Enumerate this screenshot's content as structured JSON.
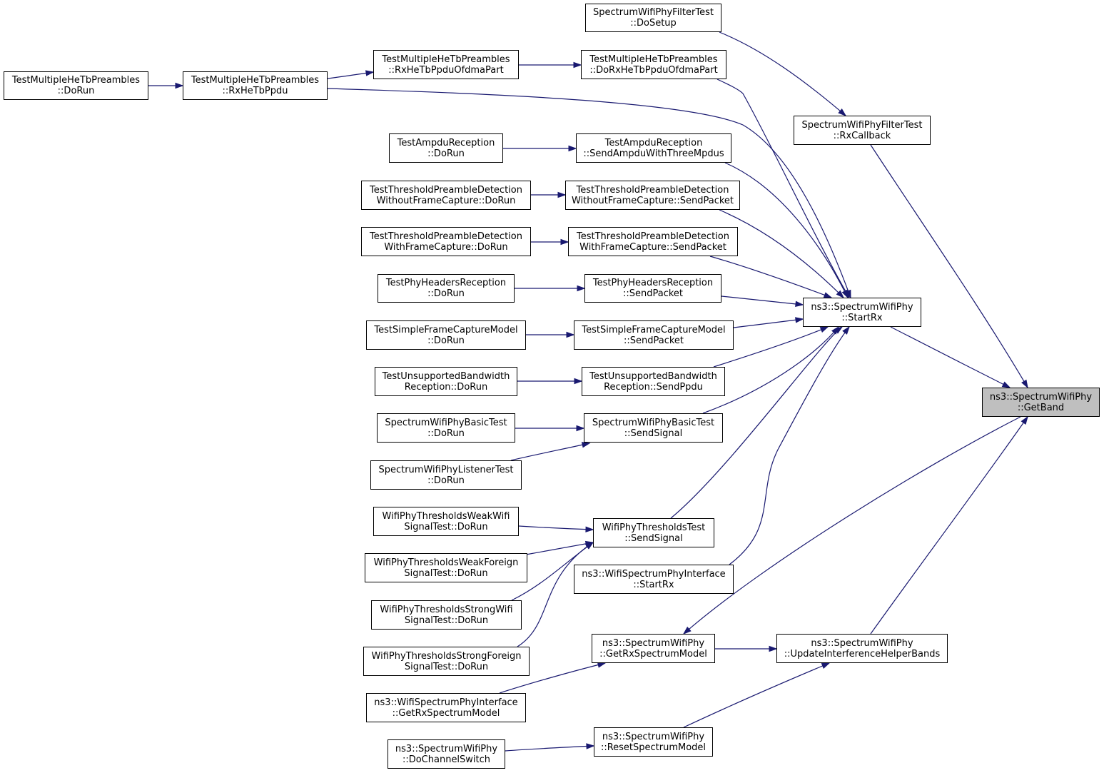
{
  "colors": {
    "edge": "#191970",
    "node_border": "#000000",
    "highlight_fill": "#bfbfbf"
  },
  "nodes": {
    "n1": {
      "line1": "TestMultipleHeTbPreambles",
      "line2": "::DoRun"
    },
    "n2": {
      "line1": "TestMultipleHeTbPreambles",
      "line2": "::RxHeTbPpdu"
    },
    "n3": {
      "line1": "TestMultipleHeTbPreambles",
      "line2": "::RxHeTbPpduOfdmaPart"
    },
    "n4": {
      "line1": "TestMultipleHeTbPreambles",
      "line2": "::DoRxHeTbPpduOfdmaPart"
    },
    "n5": {
      "line1": "SpectrumWifiPhyFilterTest",
      "line2": "::DoSetup"
    },
    "n6": {
      "line1": "SpectrumWifiPhyFilterTest",
      "line2": "::RxCallback"
    },
    "n7": {
      "line1": "TestAmpduReception",
      "line2": "::DoRun"
    },
    "n8": {
      "line1": "TestAmpduReception",
      "line2": "::SendAmpduWithThreeMpdus"
    },
    "n9": {
      "line1": "TestThresholdPreambleDetection",
      "line2": "WithoutFrameCapture::DoRun"
    },
    "n10": {
      "line1": "TestThresholdPreambleDetection",
      "line2": "WithoutFrameCapture::SendPacket"
    },
    "n11": {
      "line1": "TestThresholdPreambleDetection",
      "line2": "WithFrameCapture::DoRun"
    },
    "n12": {
      "line1": "TestThresholdPreambleDetection",
      "line2": "WithFrameCapture::SendPacket"
    },
    "n13": {
      "line1": "TestPhyHeadersReception",
      "line2": "::DoRun"
    },
    "n14": {
      "line1": "TestPhyHeadersReception",
      "line2": "::SendPacket"
    },
    "n15": {
      "line1": "ns3::SpectrumWifiPhy",
      "line2": "::StartRx"
    },
    "n16": {
      "line1": "TestSimpleFrameCaptureModel",
      "line2": "::DoRun"
    },
    "n17": {
      "line1": "TestSimpleFrameCaptureModel",
      "line2": "::SendPacket"
    },
    "n18": {
      "line1": "TestUnsupportedBandwidth",
      "line2": "Reception::DoRun"
    },
    "n19": {
      "line1": "TestUnsupportedBandwidth",
      "line2": "Reception::SendPpdu"
    },
    "n20": {
      "line1": "ns3::SpectrumWifiPhy",
      "line2": "::GetBand"
    },
    "n21": {
      "line1": "SpectrumWifiPhyBasicTest",
      "line2": "::DoRun"
    },
    "n22": {
      "line1": "SpectrumWifiPhyBasicTest",
      "line2": "::SendSignal"
    },
    "n23": {
      "line1": "SpectrumWifiPhyListenerTest",
      "line2": "::DoRun"
    },
    "n24": {
      "line1": "WifiPhyThresholdsWeakWifi",
      "line2": "SignalTest::DoRun"
    },
    "n25": {
      "line1": "WifiPhyThresholdsTest",
      "line2": "::SendSignal"
    },
    "n26": {
      "line1": "WifiPhyThresholdsWeakForeign",
      "line2": "SignalTest::DoRun"
    },
    "n27": {
      "line1": "ns3::WifiSpectrumPhyInterface",
      "line2": "::StartRx"
    },
    "n28": {
      "line1": "WifiPhyThresholdsStrongWifi",
      "line2": "SignalTest::DoRun"
    },
    "n29": {
      "line1": "ns3::SpectrumWifiPhy",
      "line2": "::GetRxSpectrumModel"
    },
    "n30": {
      "line1": "ns3::SpectrumWifiPhy",
      "line2": "::UpdateInterferenceHelperBands"
    },
    "n31": {
      "line1": "WifiPhyThresholdsStrongForeign",
      "line2": "SignalTest::DoRun"
    },
    "n32": {
      "line1": "ns3::WifiSpectrumPhyInterface",
      "line2": "::GetRxSpectrumModel"
    },
    "n33": {
      "line1": "ns3::SpectrumWifiPhy",
      "line2": "::ResetSpectrumModel"
    },
    "n34": {
      "line1": "ns3::SpectrumWifiPhy",
      "line2": "::DoChannelSwitch"
    }
  },
  "edges": [
    [
      "n1",
      "n2"
    ],
    [
      "n2",
      "n3"
    ],
    [
      "n3",
      "n4"
    ],
    [
      "n4",
      "n15"
    ],
    [
      "n2",
      "n15"
    ],
    [
      "n5",
      "n6"
    ],
    [
      "n6",
      "n20"
    ],
    [
      "n7",
      "n8"
    ],
    [
      "n8",
      "n15"
    ],
    [
      "n9",
      "n10"
    ],
    [
      "n10",
      "n15"
    ],
    [
      "n11",
      "n12"
    ],
    [
      "n12",
      "n15"
    ],
    [
      "n13",
      "n14"
    ],
    [
      "n14",
      "n15"
    ],
    [
      "n16",
      "n17"
    ],
    [
      "n17",
      "n15"
    ],
    [
      "n18",
      "n19"
    ],
    [
      "n19",
      "n15"
    ],
    [
      "n21",
      "n22"
    ],
    [
      "n23",
      "n22"
    ],
    [
      "n22",
      "n15"
    ],
    [
      "n24",
      "n25"
    ],
    [
      "n26",
      "n25"
    ],
    [
      "n28",
      "n25"
    ],
    [
      "n31",
      "n25"
    ],
    [
      "n25",
      "n15"
    ],
    [
      "n27",
      "n15"
    ],
    [
      "n15",
      "n20"
    ],
    [
      "n20",
      "n29"
    ],
    [
      "n29",
      "n30"
    ],
    [
      "n32",
      "n29"
    ],
    [
      "n30",
      "n20"
    ],
    [
      "n33",
      "n30"
    ],
    [
      "n34",
      "n33"
    ]
  ]
}
